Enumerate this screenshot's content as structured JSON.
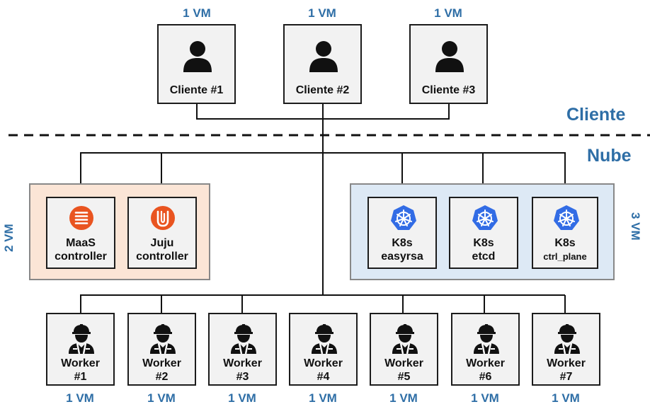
{
  "zones": {
    "cliente": "Cliente",
    "nube": "Nube"
  },
  "vm_one": "1 VM",
  "left_group_vm": "2 VM",
  "right_group_vm": "3 VM",
  "clients": [
    {
      "label": "Cliente #1"
    },
    {
      "label": "Cliente #2"
    },
    {
      "label": "Cliente #3"
    }
  ],
  "controllers": [
    {
      "line1": "MaaS",
      "line2": "controller",
      "icon": "maas-icon"
    },
    {
      "line1": "Juju",
      "line2": "controller",
      "icon": "juju-icon"
    }
  ],
  "k8s": [
    {
      "line1": "K8s",
      "line2": "easyrsa",
      "icon": "kubernetes-icon"
    },
    {
      "line1": "K8s",
      "line2": "etcd",
      "icon": "kubernetes-icon"
    },
    {
      "line1": "K8s",
      "line2": "ctrl_plane",
      "icon": "kubernetes-icon"
    }
  ],
  "workers": [
    {
      "line1": "Worker",
      "line2": "#1"
    },
    {
      "line1": "Worker",
      "line2": "#2"
    },
    {
      "line1": "Worker",
      "line2": "#3"
    },
    {
      "line1": "Worker",
      "line2": "#4"
    },
    {
      "line1": "Worker",
      "line2": "#5"
    },
    {
      "line1": "Worker",
      "line2": "#6"
    },
    {
      "line1": "Worker",
      "line2": "#7"
    }
  ],
  "colors": {
    "accent_blue": "#2e6ea6",
    "maas_orange": "#e95420",
    "k8s_blue": "#326ce5",
    "salmon_bg": "#fbe5d6",
    "blue_bg": "#dde9f5"
  }
}
